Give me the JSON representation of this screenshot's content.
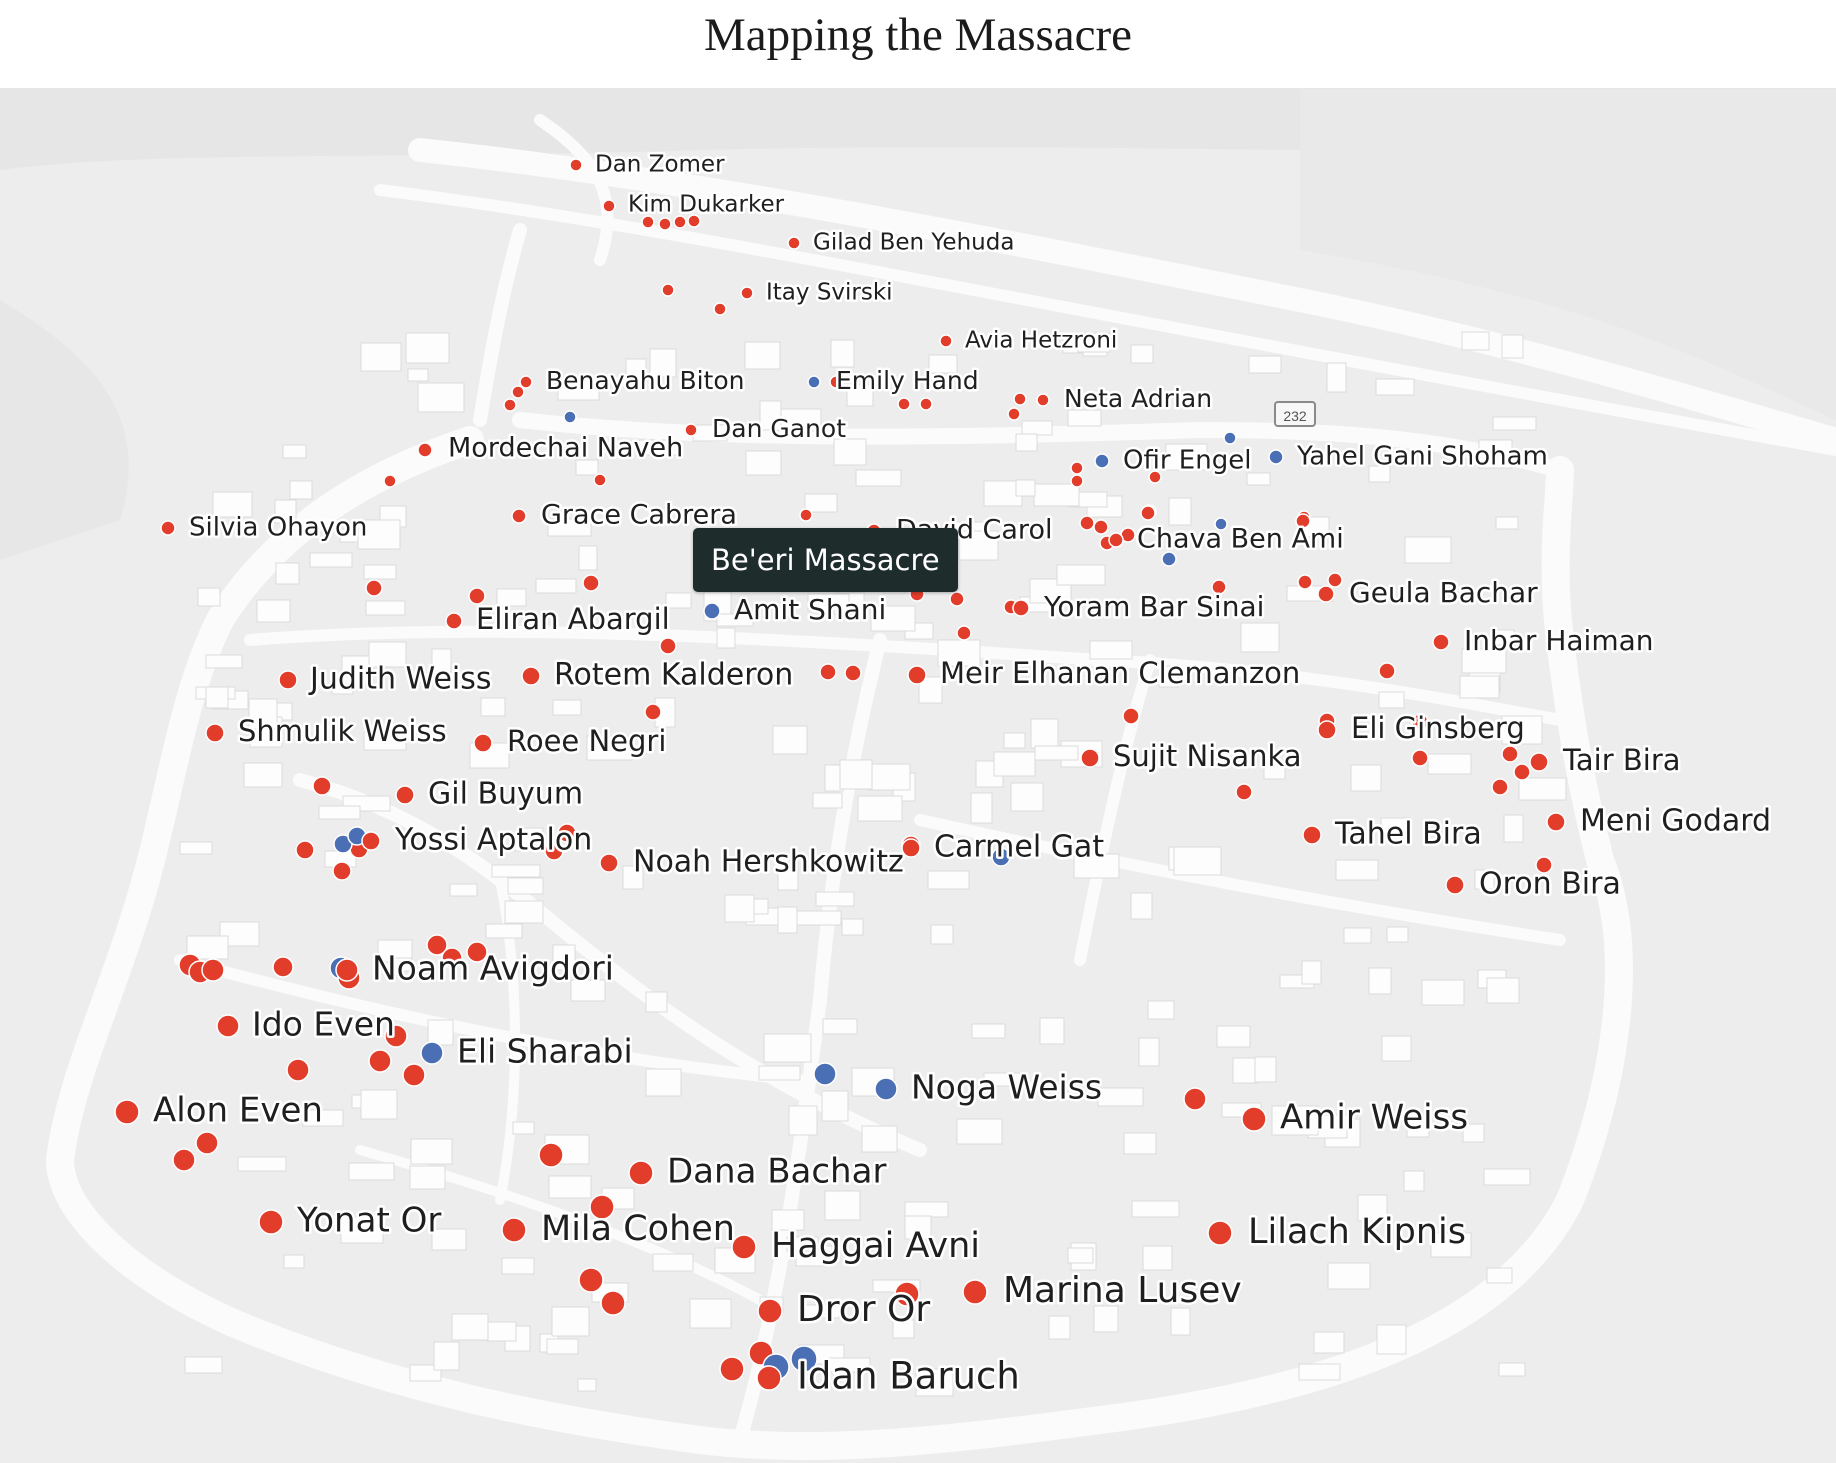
{
  "title": "Mapping the Massacre",
  "tooltip": "Be'eri Massacre",
  "road_shield": "232",
  "colors": {
    "victim": "#e23d2b",
    "other": "#4a6fb5",
    "background": "#eeeeee",
    "road": "#fafafa"
  },
  "labels": [
    "Dan Zomer",
    "Kim Dukarker",
    "Gilad Ben Yehuda",
    "Itay Svirski",
    "Avia Hetzroni",
    "Benayahu Biton",
    "Emily Hand",
    "Neta Adrian",
    "Dan Ganot",
    "Mordechai Naveh",
    "Ofir Engel",
    "Yahel Gani Shoham",
    "Silvia Ohayon",
    "Grace Cabrera",
    "David Carol",
    "Chava Ben Ami",
    "Geula Bachar",
    "Eliran Abargil",
    "Amit Shani",
    "Yoram Bar Sinai",
    "Inbar Haiman",
    "Judith Weiss",
    "Rotem Kalderon",
    "Meir Elhanan Clemanzon",
    "Shmulik Weiss",
    "Roee Negri",
    "Eli Ginsberg",
    "Sujit Nisanka",
    "Tair Bira",
    "Gil Buyum",
    "Yossi Aptalon",
    "Tahel Bira",
    "Meni Godard",
    "Noah Hershkowitz",
    "Carmel Gat",
    "Oron Bira",
    "Noam Avigdori",
    "Ido Even",
    "Eli Sharabi",
    "Noga Weiss",
    "Amir Weiss",
    "Alon Even",
    "Dana Bachar",
    "Yonat Or",
    "Mila Cohen",
    "Haggai Avni",
    "Lilach Kipnis",
    "Marina Lusev",
    "Dror Or",
    "Idan Baruch"
  ]
}
